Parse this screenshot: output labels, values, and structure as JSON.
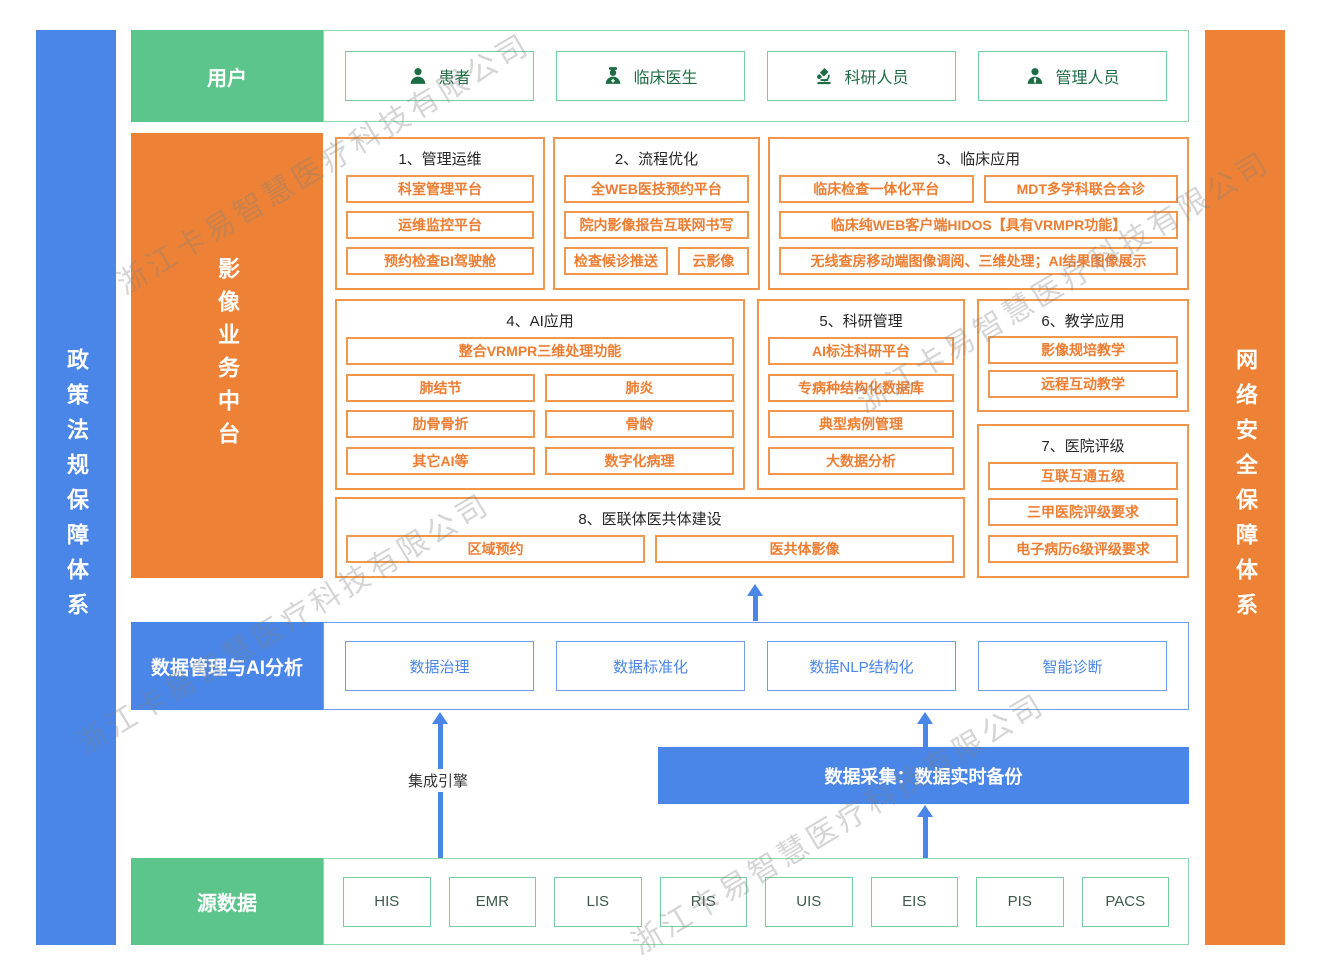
{
  "colors": {
    "blue": "#4A86E8",
    "orange": "#ED8236",
    "green": "#5CC58C",
    "orange_text": "#ED7D31"
  },
  "watermark": {
    "text": "浙江卡易智慧医疗科技有限公司"
  },
  "left_bar": {
    "label": "政策法规保障体系"
  },
  "right_bar": {
    "label": "网络安全保障体系"
  },
  "user_row": {
    "label": "用户",
    "items": [
      {
        "icon": "patient-icon",
        "label": "患者"
      },
      {
        "icon": "doctor-icon",
        "label": "临床医生"
      },
      {
        "icon": "researcher-icon",
        "label": "科研人员"
      },
      {
        "icon": "admin-icon",
        "label": "管理人员"
      }
    ]
  },
  "platform": {
    "label": "影像业务中台",
    "sections": [
      {
        "title": "1、管理运维",
        "items": [
          "科室管理平台",
          "运维监控平台",
          "预约检查BI驾驶舱"
        ]
      },
      {
        "title": "2、流程优化",
        "items": [
          "全WEB医技预约平台",
          "院内影像报告互联网书写",
          "检查候诊推送",
          "云影像"
        ]
      },
      {
        "title": "3、临床应用",
        "items": [
          "临床检查一体化平台",
          "MDT多学科联合会诊",
          "临床纯WEB客户端HIDOS【具有VRMPR功能】",
          "无线查房移动端图像调阅、三维处理；AI结果图像展示"
        ]
      },
      {
        "title": "4、AI应用",
        "items": [
          "整合VRMPR三维处理功能",
          "肺结节",
          "肺炎",
          "肋骨骨折",
          "骨龄",
          "其它AI等",
          "数字化病理"
        ]
      },
      {
        "title": "5、科研管理",
        "items": [
          "AI标注科研平台",
          "专病种结构化数据库",
          "典型病例管理",
          "大数据分析"
        ]
      },
      {
        "title": "6、教学应用",
        "items": [
          "影像规培教学",
          "远程互动教学"
        ]
      },
      {
        "title": "7、医院评级",
        "items": [
          "互联互通五级",
          "三甲医院评级要求",
          "电子病历6级评级要求"
        ]
      },
      {
        "title": "8、医联体医共体建设",
        "items": [
          "区域预约",
          "医共体影像"
        ]
      }
    ]
  },
  "data_mgmt_row": {
    "label": "数据管理与AI分析",
    "items": [
      "数据治理",
      "数据标准化",
      "数据NLP结构化",
      "智能诊断"
    ]
  },
  "integration": {
    "engine_label": "集成引擎",
    "collection_label": "数据采集：数据实时备份"
  },
  "source_row": {
    "label": "源数据",
    "items": [
      "HIS",
      "EMR",
      "LIS",
      "RIS",
      "UIS",
      "EIS",
      "PIS",
      "PACS"
    ]
  }
}
